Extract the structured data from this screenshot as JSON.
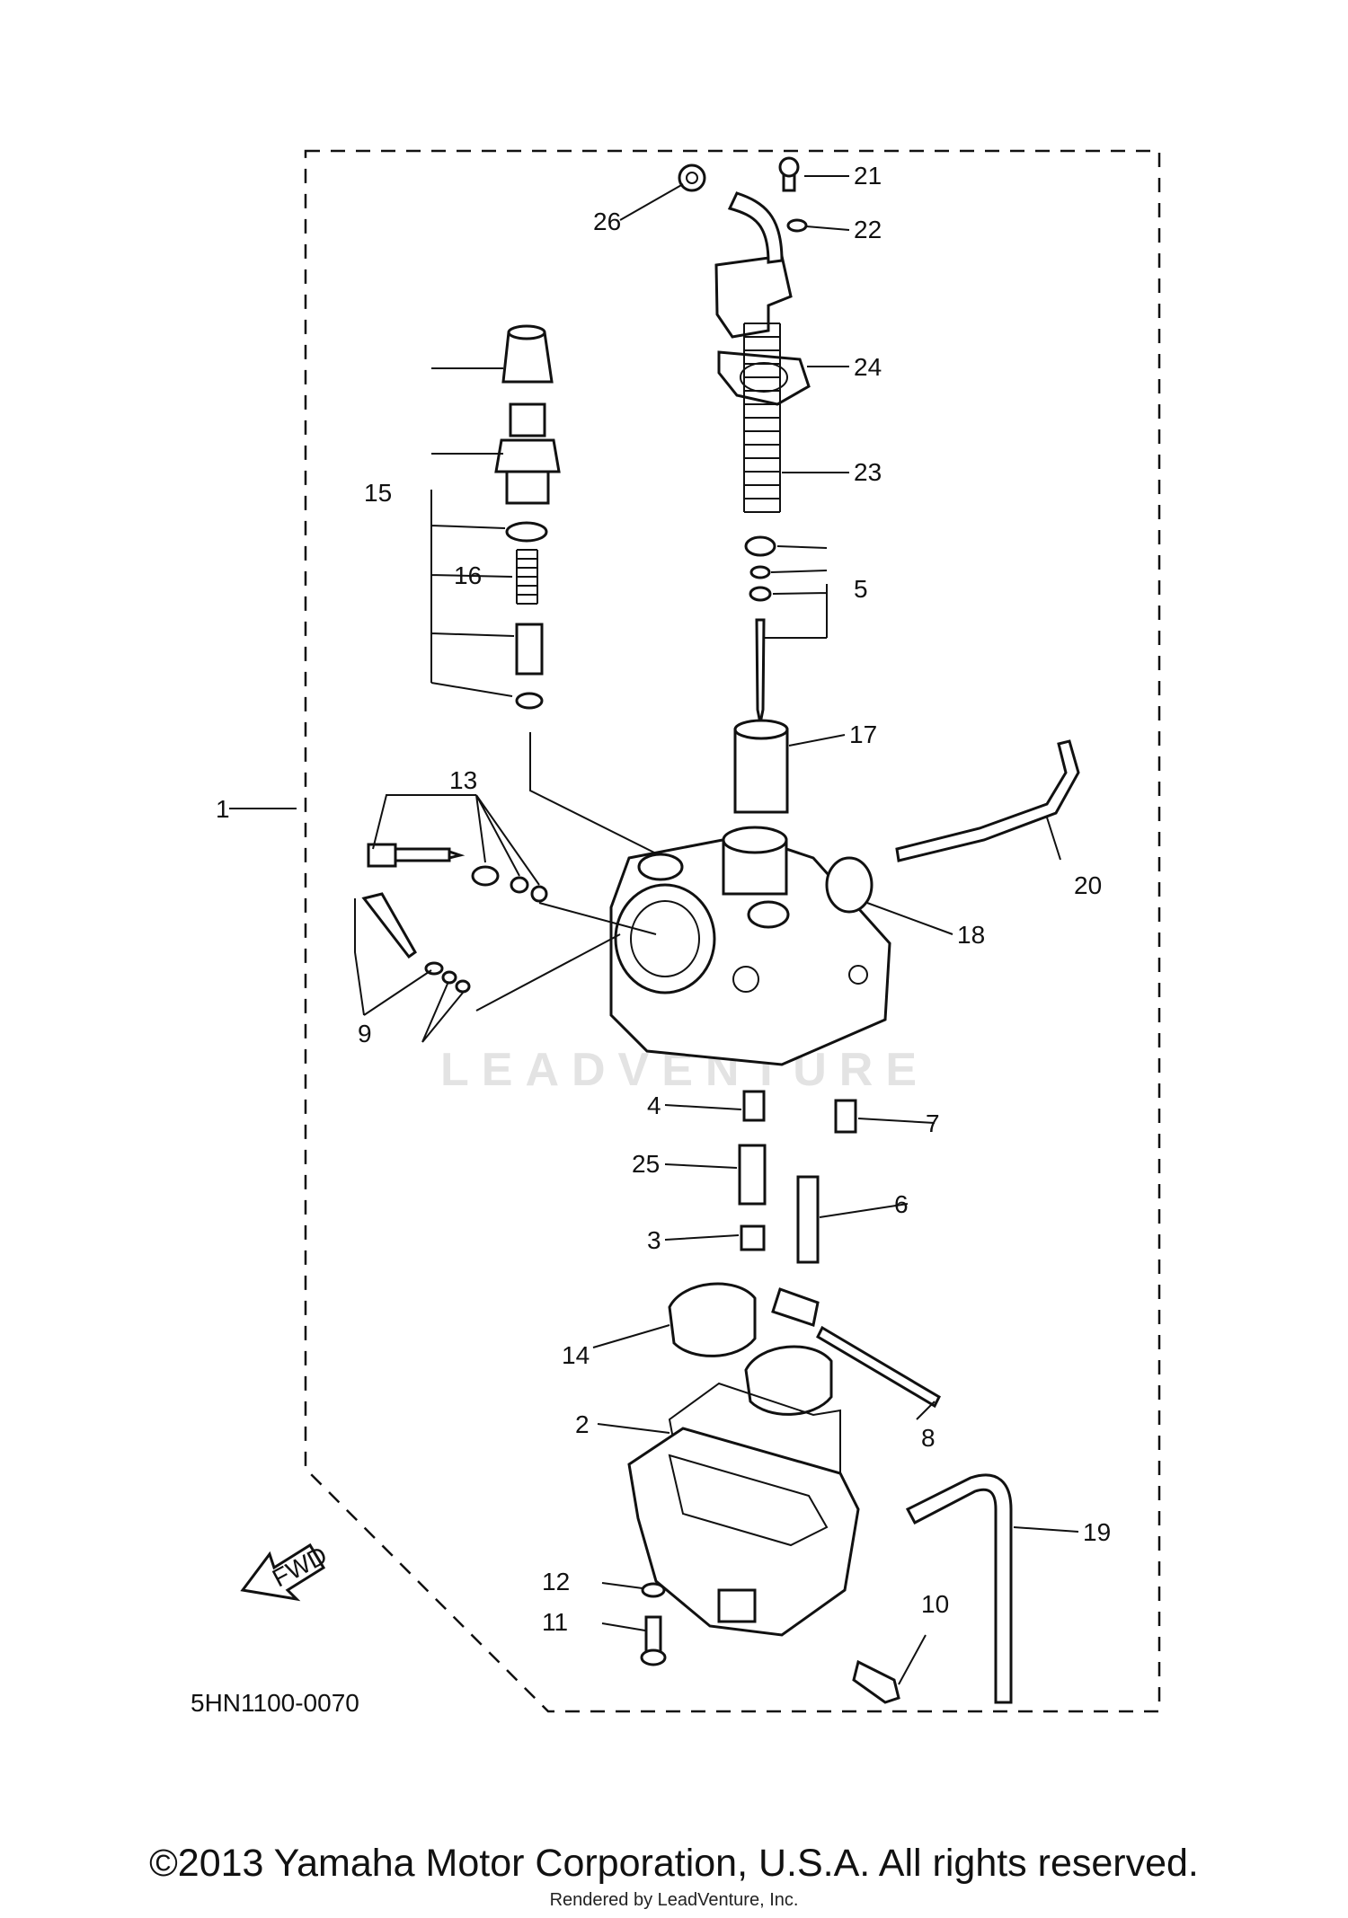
{
  "diagram": {
    "part_code": "5HN1100-0070",
    "fwd_label": "FWD",
    "watermark": "LEADVENTURE",
    "callouts": {
      "c1": "1",
      "c2": "2",
      "c3": "3",
      "c4": "4",
      "c5": "5",
      "c6": "6",
      "c7": "7",
      "c8": "8",
      "c9": "9",
      "c10": "10",
      "c11": "11",
      "c12": "12",
      "c13": "13",
      "c14": "14",
      "c15": "15",
      "c16": "16",
      "c17": "17",
      "c18": "18",
      "c19": "19",
      "c20": "20",
      "c21": "21",
      "c22": "22",
      "c23": "23",
      "c24": "24",
      "c25": "25",
      "c26": "26"
    }
  },
  "footer": {
    "copyright": "©2013 Yamaha Motor Corporation, U.S.A. All rights reserved.",
    "rendered_by": "Rendered by LeadVenture, Inc."
  }
}
